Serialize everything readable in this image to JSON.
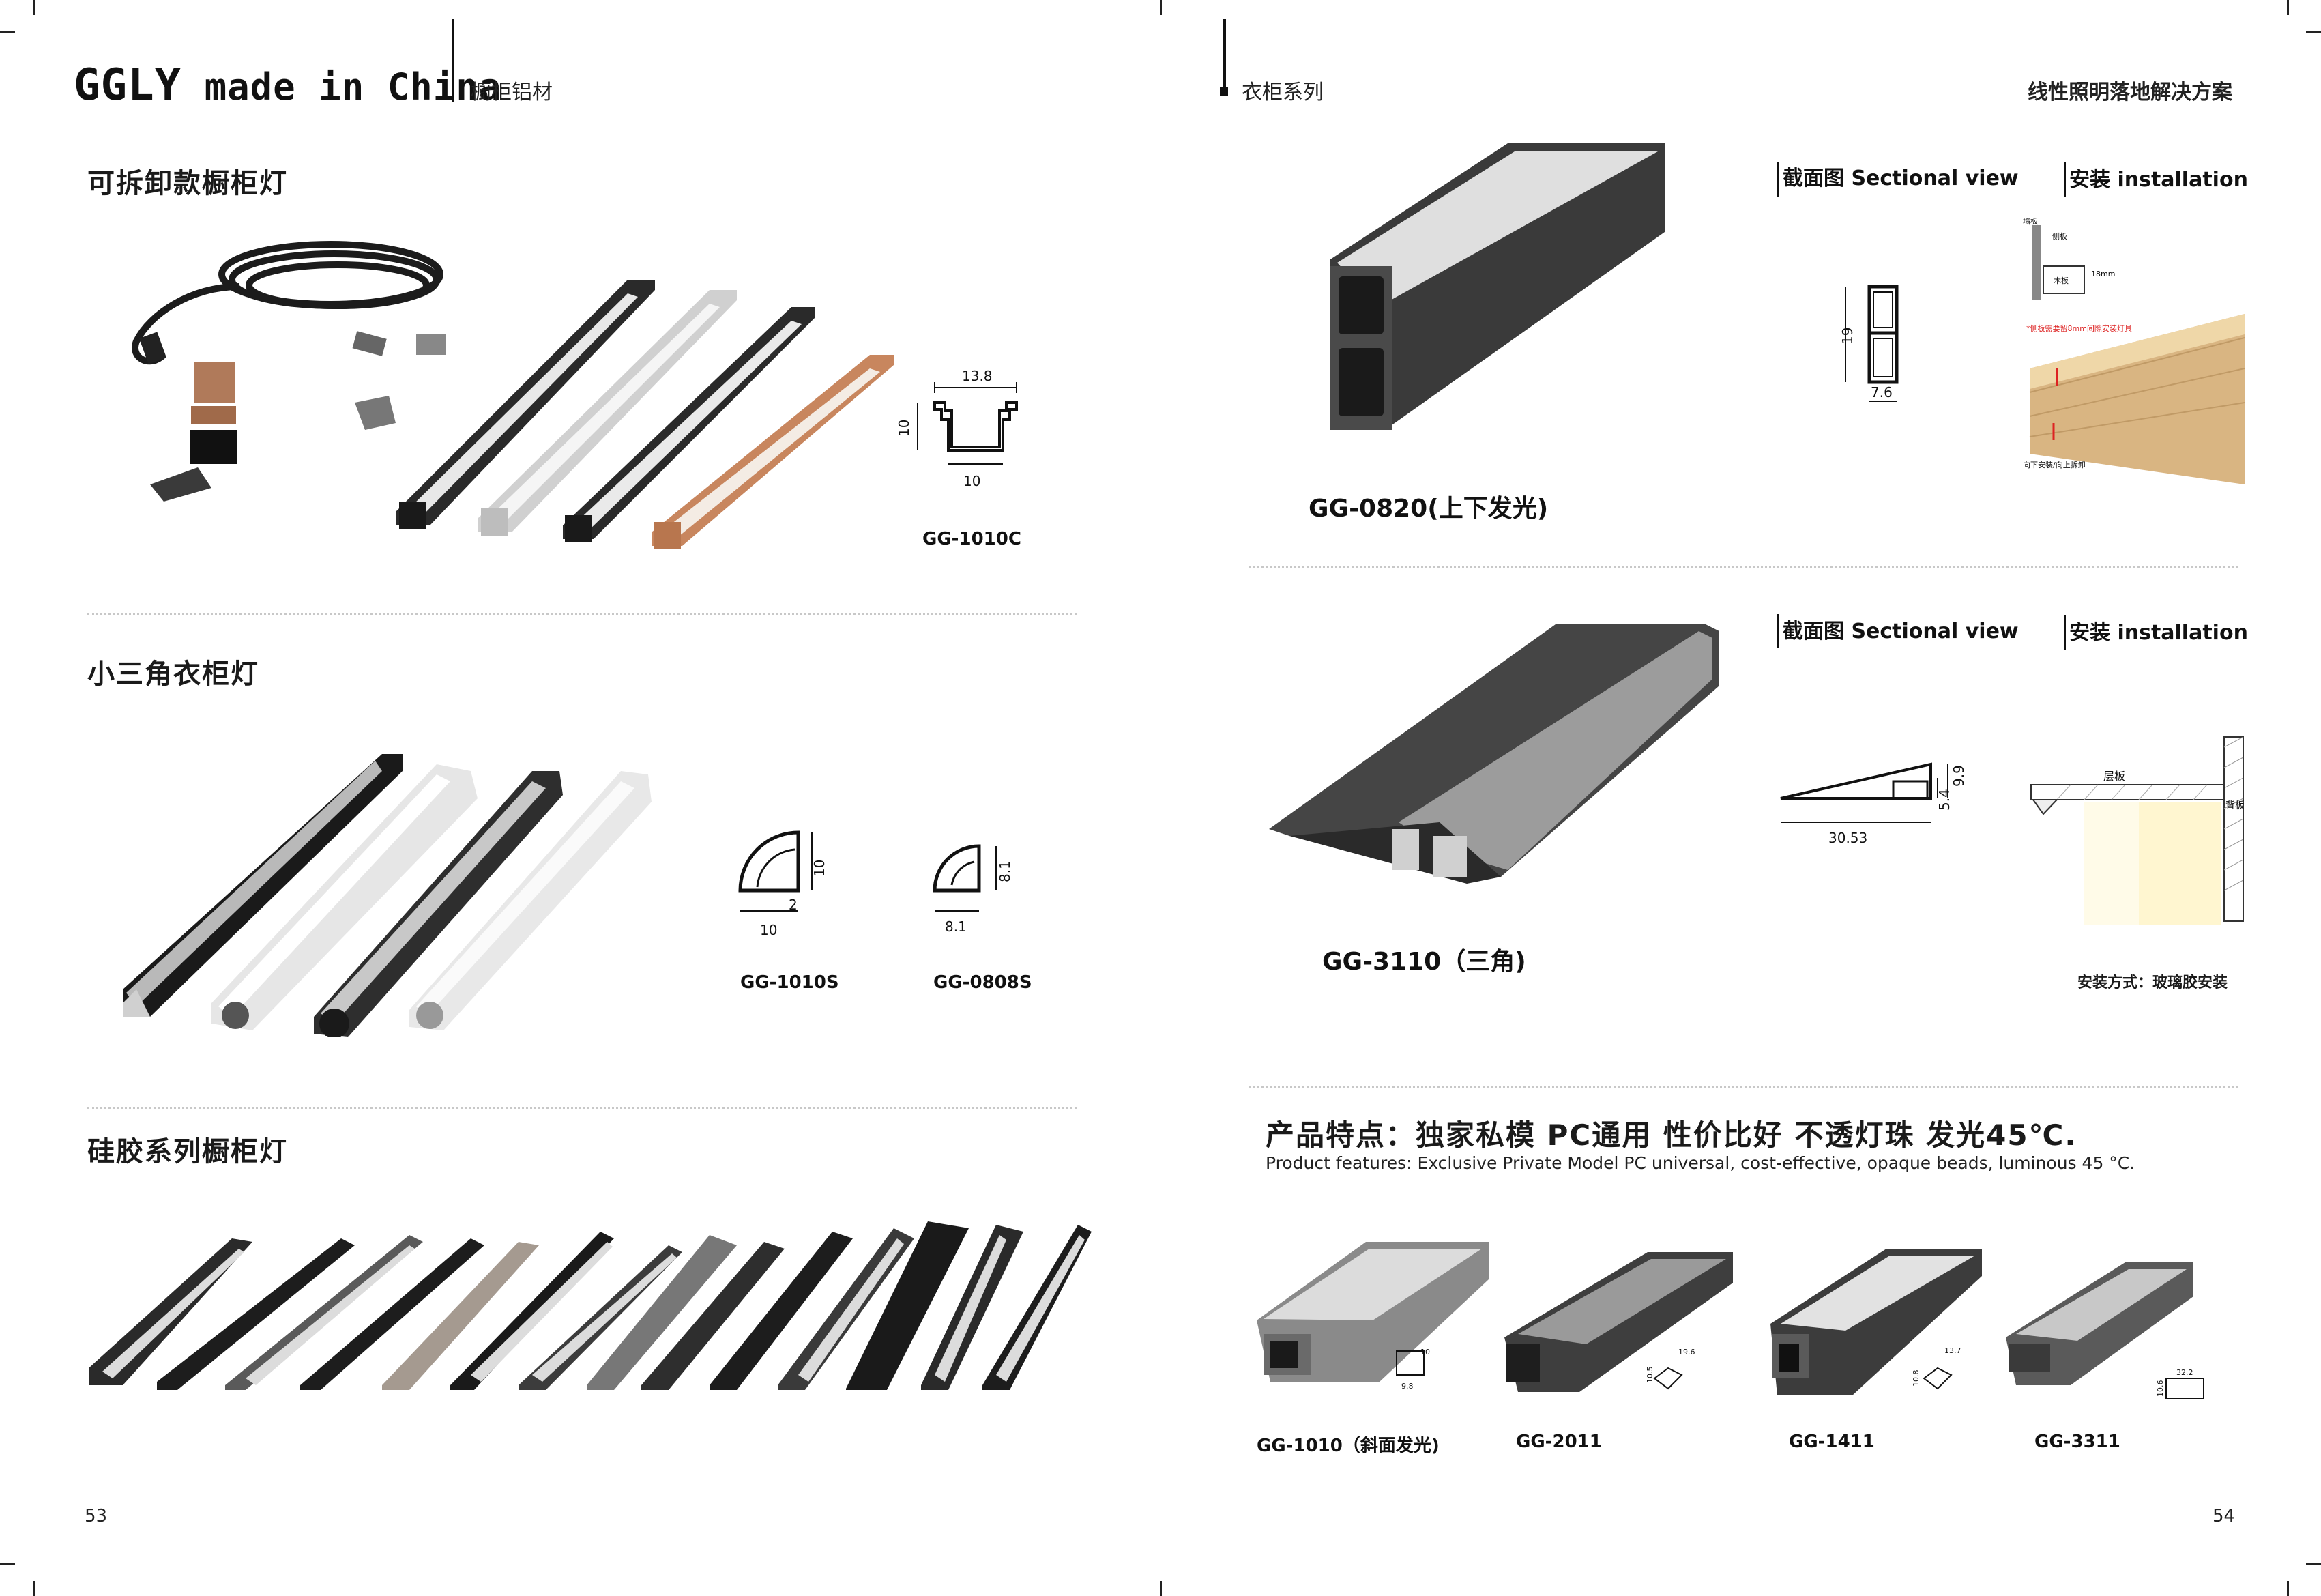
{
  "header": {
    "brand_bold": "GGLY",
    "brand_rest": "made in China",
    "left_category": "橱柜铝材",
    "right_category": "衣柜系列",
    "right_tagline": "线性照明落地解决方案"
  },
  "left_page": {
    "section1": {
      "title": "可拆卸款橱柜灯",
      "model": "GG-1010C",
      "dims": {
        "top": "13.8",
        "side": "10",
        "bottom": "10"
      }
    },
    "section2": {
      "title": "小三角衣柜灯",
      "model_a": "GG-1010S",
      "dims_a": {
        "side": "10",
        "bottom": "10",
        "inner": "2"
      },
      "model_b": "GG-0808S",
      "dims_b": {
        "side": "8.1",
        "bottom": "8.1"
      }
    },
    "section3": {
      "title": "硅胶系列橱柜灯"
    },
    "page_number": "53"
  },
  "right_page": {
    "product1": {
      "model": "GG-0820(上下发光)",
      "sectional_label": "截面图 Sectional view",
      "install_label": "安装 installation",
      "dims": {
        "height": "19",
        "width": "7.6"
      },
      "install_notes": {
        "wall": "墙板",
        "side": "侧板",
        "board": "木板",
        "thickness": "18mm",
        "red_note": "*侧板需要留8mm间隙安装灯具",
        "bottom_note": "向下安装/向上拆卸"
      }
    },
    "product2": {
      "model": "GG-3110（三角)",
      "sectional_label": "截面图 Sectional view",
      "install_label": "安装 installation",
      "dims": {
        "width": "30.53",
        "h1": "5.4",
        "h2": "9.9"
      },
      "install_notes": {
        "shelf": "层板",
        "back": "背板"
      },
      "install_method": "安装方式：玻璃胶安装"
    },
    "features": {
      "title": "产品特点：独家私模 PC通用 性价比好 不透灯珠 发光45℃.",
      "english": "Product features: Exclusive Private Model PC universal, cost-effective, opaque beads, luminous 45 °C."
    },
    "mini_products": [
      {
        "model": "GG-1010（斜面发光)",
        "d1": "10",
        "d2": "9.8"
      },
      {
        "model": "GG-2011",
        "d1": "19.6",
        "d2": "10.5"
      },
      {
        "model": "GG-1411",
        "d1": "13.7",
        "d2": "10.8"
      },
      {
        "model": "GG-3311",
        "d1": "32.2",
        "d2": "10.6"
      }
    ],
    "page_number": "54"
  }
}
